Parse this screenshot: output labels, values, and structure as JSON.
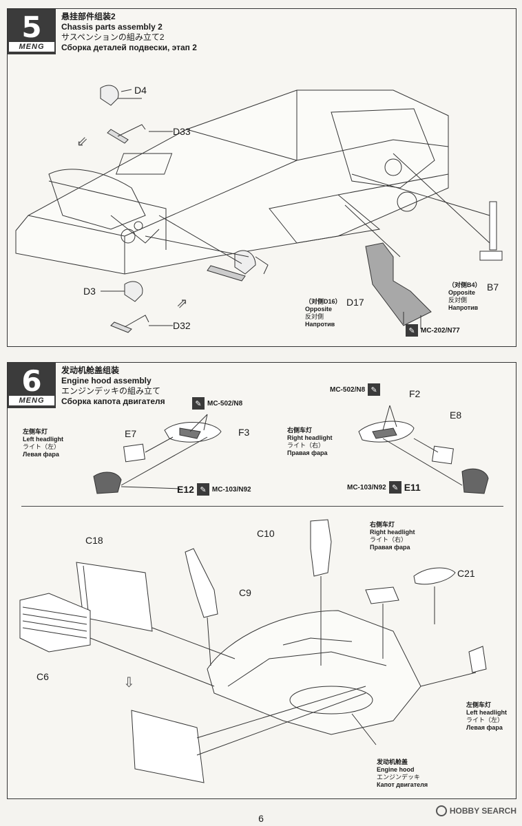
{
  "step5": {
    "number": "5",
    "brand": "MENG",
    "title_zh": "悬挂部件组装2",
    "title_en": "Chassis parts assembly 2",
    "title_ja": "サスペンションの組み立て2",
    "title_ru": "Сборка деталей подвески, этап 2",
    "parts": {
      "d4": "D4",
      "d33": "D33",
      "d3": "D3",
      "d32": "D32",
      "d17": "D17",
      "b7": "B7"
    },
    "d17_note": {
      "zh": "（对侧D16）",
      "en": "Opposite",
      "ja": "反対側",
      "ru": "Напротив"
    },
    "b7_note": {
      "zh": "（对侧B4）",
      "en": "Opposite",
      "ja": "反対側",
      "ru": "Напротив"
    },
    "paint": "MC-202/N77"
  },
  "step6": {
    "number": "6",
    "brand": "MENG",
    "title_zh": "发动机舱盖组装",
    "title_en": "Engine hood assembly",
    "title_ja": "エンジンデッキの組み立て",
    "title_ru": "Сборка капота двигателя",
    "left_headlight": {
      "zh": "左侧车灯",
      "en": "Left headlight",
      "ja": "ライト（左）",
      "ru": "Левая фара"
    },
    "right_headlight": {
      "zh": "右侧车灯",
      "en": "Right headlight",
      "ja": "ライト（右）",
      "ru": "Правая фара"
    },
    "parts": {
      "e7": "E7",
      "f3": "F3",
      "e12": "E12",
      "f2": "F2",
      "e8": "E8",
      "e11": "E11",
      "c18": "C18",
      "c6": "C6",
      "c9": "C9",
      "c10": "C10",
      "c21": "C21"
    },
    "paint_top_left": "MC-502/N8",
    "paint_top_right": "MC-502/N8",
    "paint_bottom_left": "MC-103/N92",
    "paint_bottom_right": "MC-103/N92",
    "right_headlight_2": {
      "zh": "右侧车灯",
      "en": "Right headlight",
      "ja": "ライト（右）",
      "ru": "Правая фара"
    },
    "left_headlight_2": {
      "zh": "左侧车灯",
      "en": "Left headlight",
      "ja": "ライト（左）",
      "ru": "Левая фара"
    },
    "engine_hood": {
      "zh": "发动机舱盖",
      "en": "Engine hood",
      "ja": "エンジンデッキ",
      "ru": "Капот двигателя"
    }
  },
  "page_number": "6",
  "watermark": "HOBBY SEARCH",
  "icons": {
    "brush": "paint-brush-icon",
    "arrow": "direction-arrow-icon"
  }
}
